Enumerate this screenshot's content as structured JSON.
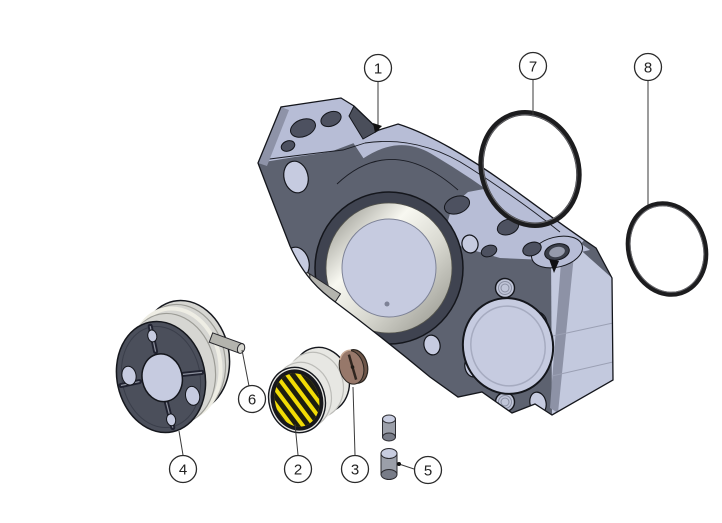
{
  "callouts": [
    {
      "label": "1"
    },
    {
      "label": "2"
    },
    {
      "label": "3"
    },
    {
      "label": "4"
    },
    {
      "label": "5"
    },
    {
      "label": "6"
    },
    {
      "label": "7"
    },
    {
      "label": "8"
    }
  ],
  "colors": {
    "background": "#ffffff",
    "housing_front": "#5d6270",
    "housing_top": "#b7bdd6",
    "housing_side": "#c3c9de",
    "housing_bevel": "#8d92a6",
    "bore_light": "#c6cbe0",
    "bore_rim_dark": "#3f4350",
    "hole_dark": "#4d5160",
    "bearing_shell": "#e7e7e3",
    "needle_yellow": "#f2dc05",
    "needle_dark": "#1d1d10",
    "disc_brown": "#97786a",
    "disc_edge": "#6d5548",
    "pin_gray": "#9b9fa9",
    "pin_light": "#b4b4ae",
    "pin_top": "#c8cde0",
    "oring_black": "#1c1c1e",
    "coupling_face": "#4b4f5b",
    "coupling_rim": "#d6d6d2",
    "coupling_ring_ivory": "#eeede4"
  }
}
